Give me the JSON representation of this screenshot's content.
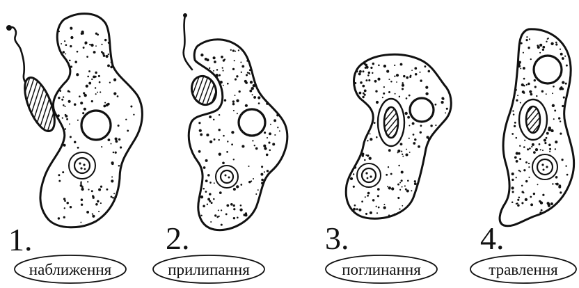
{
  "stages": [
    {
      "number": "1.",
      "label": "наближення"
    },
    {
      "number": "2.",
      "label": "прилипання"
    },
    {
      "number": "3.",
      "label": "поглинання"
    },
    {
      "number": "4.",
      "label": "травлення"
    }
  ],
  "colors": {
    "ink": "#111111",
    "background": "#ffffff"
  }
}
